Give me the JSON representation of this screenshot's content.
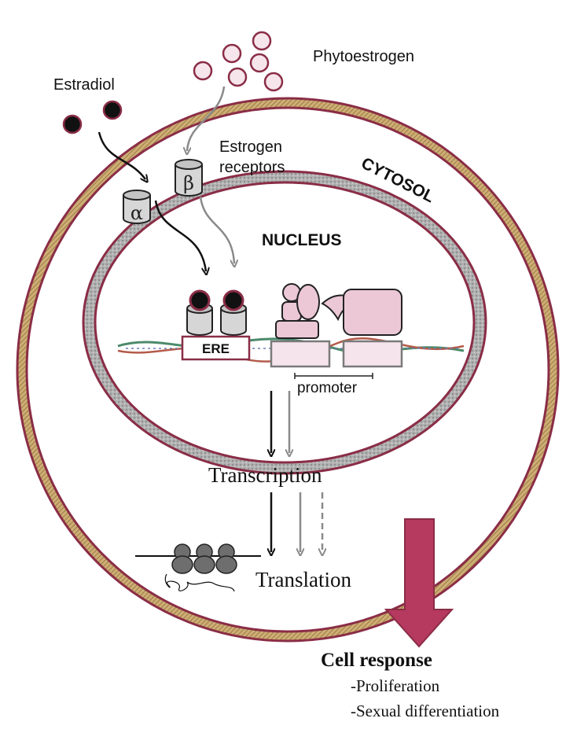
{
  "labels": {
    "estradiol": "Estradiol",
    "phytoestrogen": "Phytoestrogen",
    "estrogen_receptors_line1": "Estrogen",
    "estrogen_receptors_line2": "receptors",
    "cytosol": "CYTOSOL",
    "nucleus": "NUCLEUS",
    "receptor_alpha": "α",
    "receptor_beta": "β",
    "ere": "ERE",
    "promoter": "promoter",
    "transcription": "Transcription",
    "translation": "Translation"
  },
  "cell_response": {
    "title": "Cell response",
    "items": [
      "-Proliferation",
      "-Sexual differentiation"
    ]
  },
  "colors": {
    "membrane_outer": "#8a2d46",
    "membrane_fill": "#c9a86f",
    "nucleus_envelope": "#8a2d46",
    "nucleus_fill": "#a8a8a8",
    "ligand_estradiol": "#111111",
    "ligand_phytoestrogen": "#f6e6ec",
    "complex_pink": "#ecc8d6",
    "response_arrow": "#b6395f",
    "ribosome": "#6e6e6e"
  }
}
